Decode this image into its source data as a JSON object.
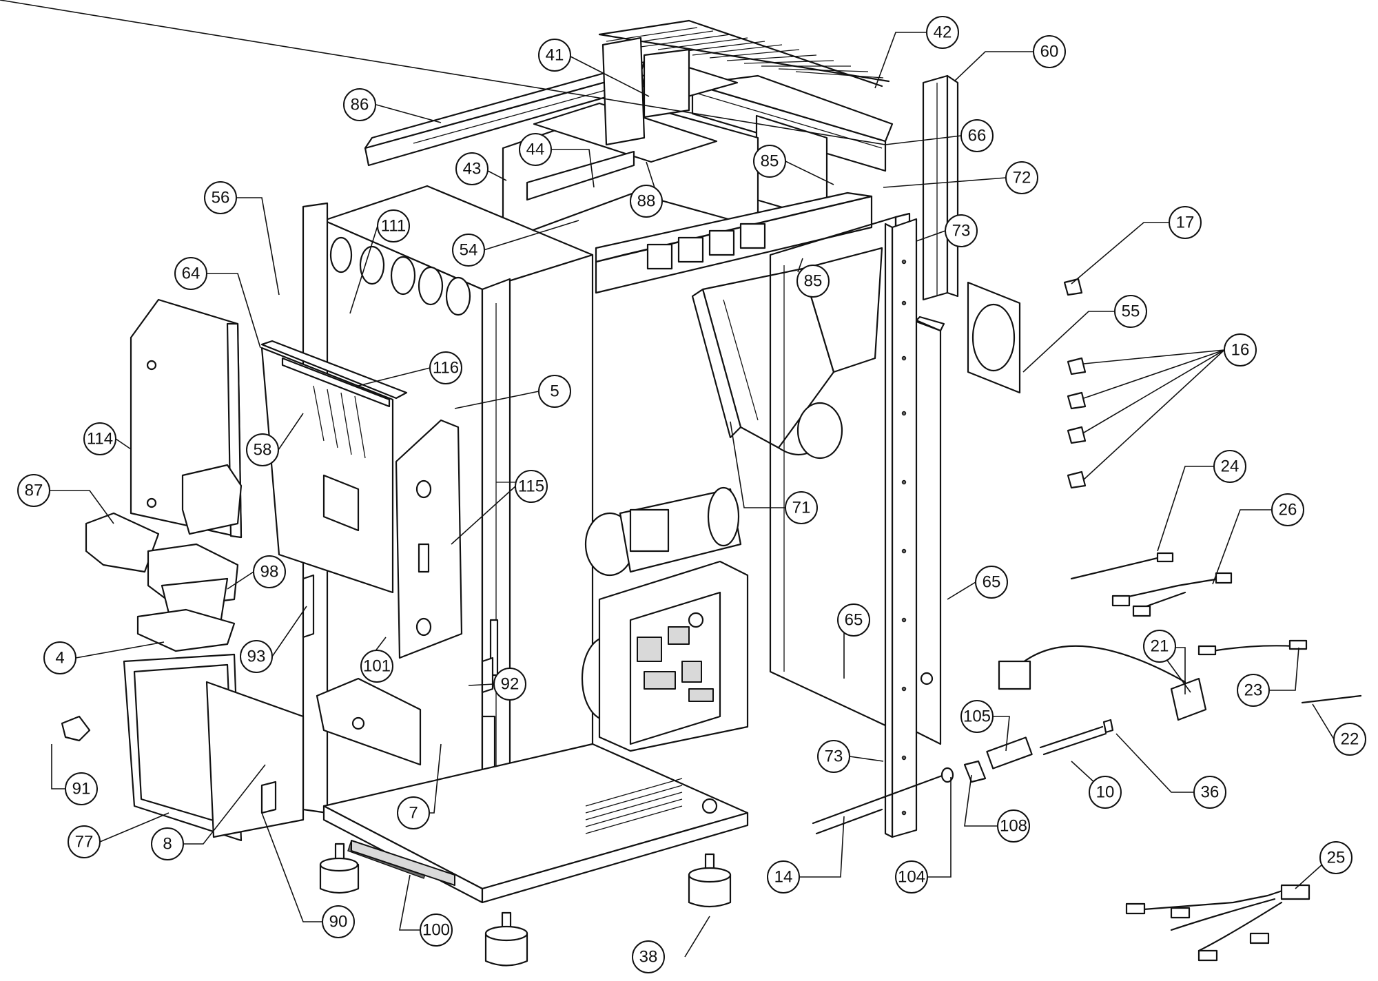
{
  "callouts": [
    {
      "id": "c41",
      "label": "41"
    },
    {
      "id": "c42",
      "label": "42"
    },
    {
      "id": "c60",
      "label": "60"
    },
    {
      "id": "c86",
      "label": "86"
    },
    {
      "id": "c66",
      "label": "66"
    },
    {
      "id": "c44",
      "label": "44"
    },
    {
      "id": "c43",
      "label": "43"
    },
    {
      "id": "c85a",
      "label": "85"
    },
    {
      "id": "c88",
      "label": "88"
    },
    {
      "id": "c72",
      "label": "72"
    },
    {
      "id": "c56",
      "label": "56"
    },
    {
      "id": "c111",
      "label": "111"
    },
    {
      "id": "c54",
      "label": "54"
    },
    {
      "id": "c73a",
      "label": "73"
    },
    {
      "id": "c17",
      "label": "17"
    },
    {
      "id": "c85b",
      "label": "85"
    },
    {
      "id": "c64",
      "label": "64"
    },
    {
      "id": "c55",
      "label": "55"
    },
    {
      "id": "c116",
      "label": "116"
    },
    {
      "id": "c16",
      "label": "16"
    },
    {
      "id": "c5",
      "label": "5"
    },
    {
      "id": "c114",
      "label": "114"
    },
    {
      "id": "c58",
      "label": "58"
    },
    {
      "id": "c24",
      "label": "24"
    },
    {
      "id": "c87",
      "label": "87"
    },
    {
      "id": "c115",
      "label": "115"
    },
    {
      "id": "c71",
      "label": "71"
    },
    {
      "id": "c26",
      "label": "26"
    },
    {
      "id": "c98",
      "label": "98"
    },
    {
      "id": "c65a",
      "label": "65"
    },
    {
      "id": "c65b",
      "label": "65"
    },
    {
      "id": "c4",
      "label": "4"
    },
    {
      "id": "c93",
      "label": "93"
    },
    {
      "id": "c101",
      "label": "101"
    },
    {
      "id": "c21",
      "label": "21"
    },
    {
      "id": "c92",
      "label": "92"
    },
    {
      "id": "c23",
      "label": "23"
    },
    {
      "id": "c105",
      "label": "105"
    },
    {
      "id": "c22",
      "label": "22"
    },
    {
      "id": "c91",
      "label": "91"
    },
    {
      "id": "c73b",
      "label": "73"
    },
    {
      "id": "c7",
      "label": "7"
    },
    {
      "id": "c10",
      "label": "10"
    },
    {
      "id": "c36",
      "label": "36"
    },
    {
      "id": "c108",
      "label": "108"
    },
    {
      "id": "c77",
      "label": "77"
    },
    {
      "id": "c8",
      "label": "8"
    },
    {
      "id": "c25",
      "label": "25"
    },
    {
      "id": "c14",
      "label": "14"
    },
    {
      "id": "c104",
      "label": "104"
    },
    {
      "id": "c90",
      "label": "90"
    },
    {
      "id": "c100",
      "label": "100"
    },
    {
      "id": "c38",
      "label": "38"
    }
  ]
}
